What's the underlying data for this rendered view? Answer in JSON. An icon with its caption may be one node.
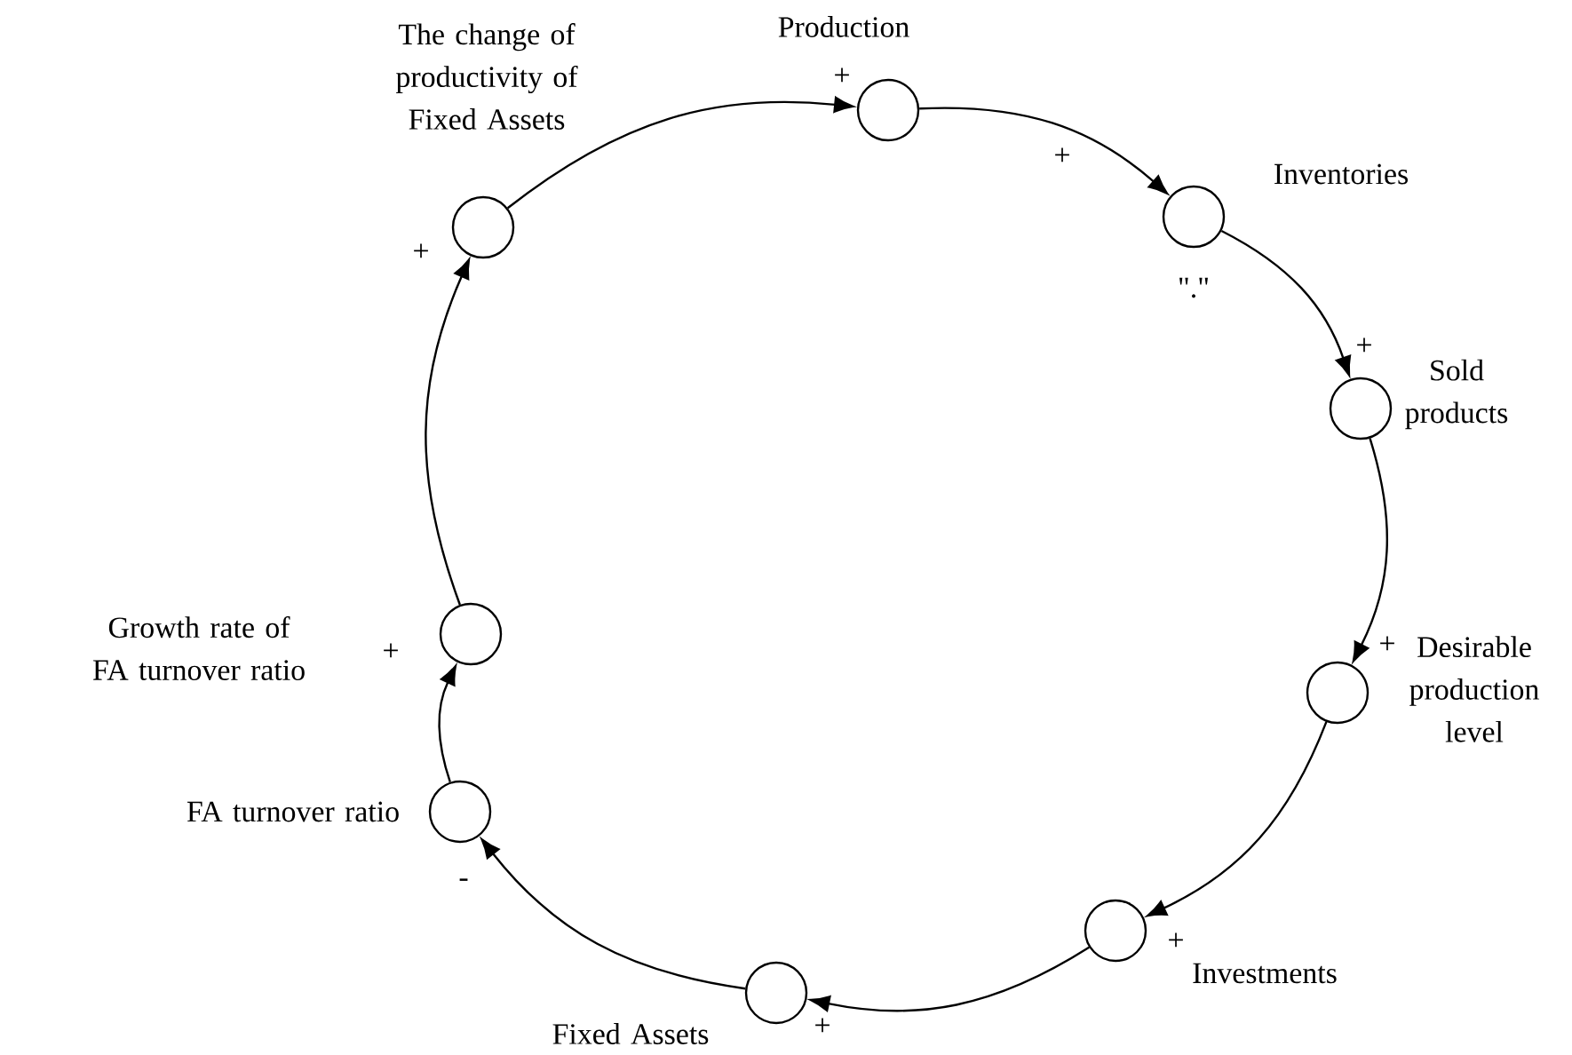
{
  "diagram": {
    "nodes": [
      {
        "text": [
          "Production"
        ]
      },
      {
        "text": [
          "Inventories"
        ],
        "beside": [
          "\".\""
        ]
      },
      {
        "text": [
          "Sold products"
        ]
      },
      {
        "text": [
          "Desirable production level"
        ]
      },
      {
        "text": [
          "Investments"
        ]
      },
      {
        "text": [
          "Fixed Assets"
        ]
      },
      {
        "text": [
          "FA turnover ratio"
        ]
      },
      {
        "text": [
          "Growth rate of FA turnover ratio"
        ]
      },
      {
        "text": [
          "The change of productivity of Fixed Assets"
        ]
      }
    ],
    "edges": [
      {
        "from": 0,
        "to": 1,
        "arrow": "to",
        "label": "+"
      },
      {
        "from": 1,
        "to": 2,
        "arrow": "to",
        "label": "+"
      },
      {
        "from": 2,
        "to": 3,
        "arrow": "to",
        "label": "+"
      },
      {
        "from": 3,
        "to": 4,
        "arrow": "to",
        "label": "+"
      },
      {
        "from": 4,
        "to": 5,
        "arrow": "to",
        "label": "+"
      },
      {
        "from": 5,
        "to": 6,
        "arrow": "to",
        "label": "-"
      },
      {
        "from": 6,
        "to": 7,
        "arrow": "to",
        "label": "+"
      },
      {
        "from": 7,
        "to": 8,
        "arrow": "to",
        "label": "+"
      },
      {
        "from": 8,
        "to": 0,
        "arrow": "to",
        "label": "+"
      }
    ]
  }
}
